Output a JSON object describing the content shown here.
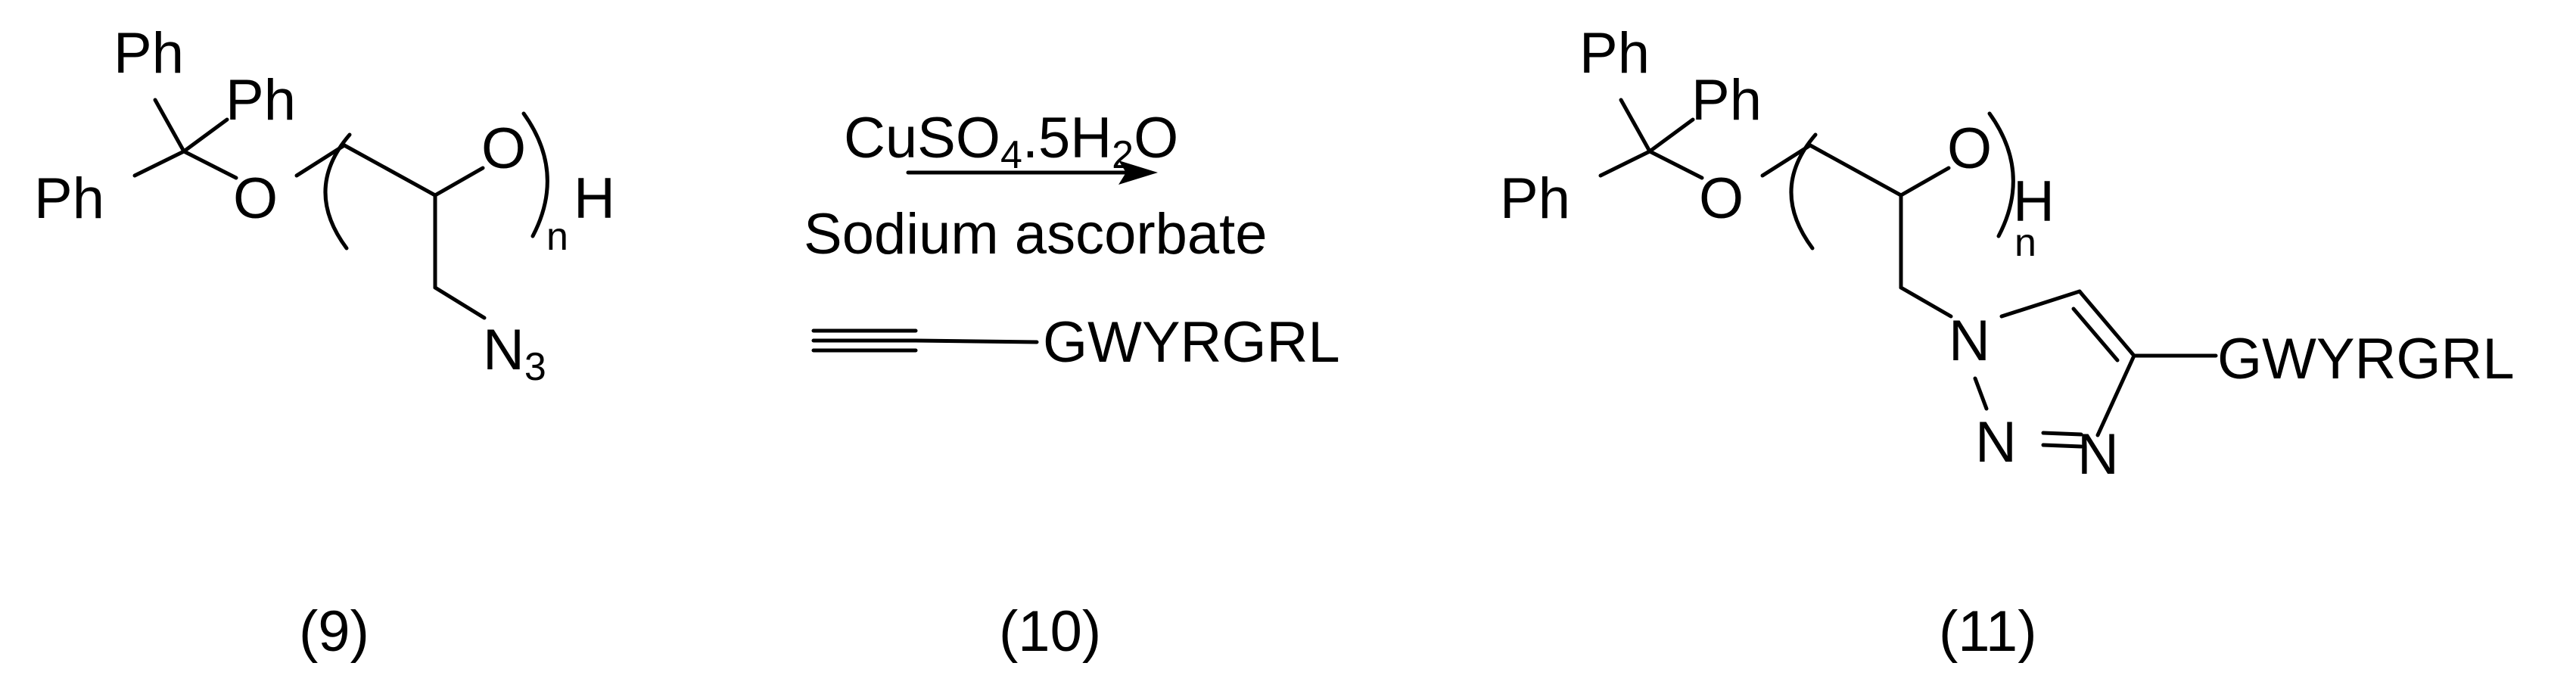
{
  "compound_9": {
    "atoms": {
      "ph_top": "Ph",
      "ph_mid": "Ph",
      "ph_left": "Ph",
      "o_ether": "O",
      "o_repeat": "O",
      "h_end": "H",
      "n_sub": "n",
      "n3_N": "N",
      "n3_sub": "3"
    },
    "caption": "(9)"
  },
  "reaction": {
    "reagent_cu": "Cu",
    "reagent_so": "SO",
    "reagent_sub4": "4",
    "reagent_dot5h": ".5H",
    "reagent_sub2": "2",
    "reagent_o": "O",
    "reagent_line2": "Sodium ascorbate",
    "alkyne_peptide": "GWYRGRL",
    "caption": "(10)"
  },
  "compound_11": {
    "atoms": {
      "ph_top": "Ph",
      "ph_mid": "Ph",
      "ph_left": "Ph",
      "o_ether": "O",
      "o_repeat": "O",
      "h_end": "H",
      "n_sub": "n",
      "n1": "N",
      "n2": "N",
      "n3": "N",
      "peptide": "GWYRGRL"
    },
    "caption": "(11)"
  }
}
